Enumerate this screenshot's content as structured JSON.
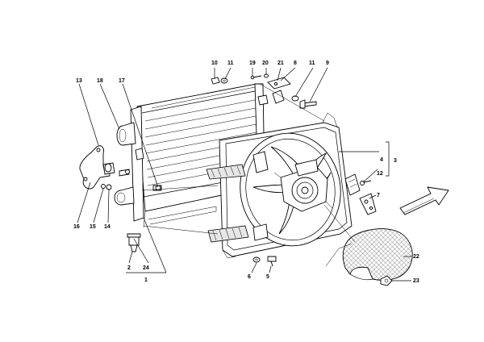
{
  "labels": {
    "l1": "1",
    "l2": "2",
    "l3": "3",
    "l4": "4",
    "l5": "5",
    "l6": "6",
    "l7": "7",
    "l8": "8",
    "l9": "9",
    "l10": "10",
    "l11a": "11",
    "l11b": "11",
    "l12": "12",
    "l13": "13",
    "l14": "14",
    "l15": "15",
    "l16": "16",
    "l17": "17",
    "l18": "18",
    "l19": "19",
    "l20": "20",
    "l21": "21",
    "l22": "22",
    "l23": "23",
    "l24": "24"
  }
}
